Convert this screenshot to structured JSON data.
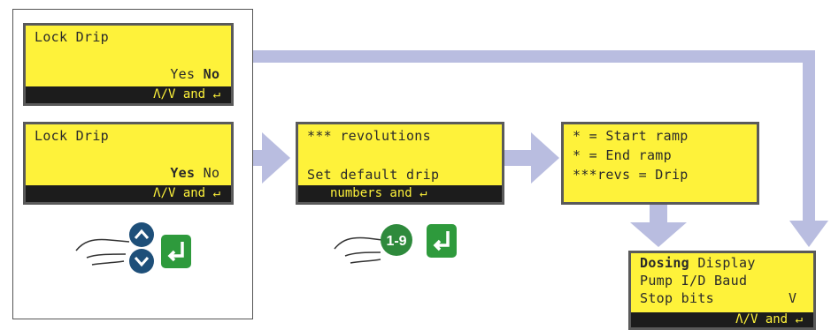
{
  "screens": {
    "lock_no": {
      "line1": "Lock Drip",
      "yes": "Yes",
      "no": "No",
      "bar_arrows": "Λ/V",
      "bar_and": "and"
    },
    "lock_yes": {
      "line1": "Lock Drip",
      "yes": "Yes",
      "no": "No",
      "bar_arrows": "Λ/V",
      "bar_and": "and"
    },
    "revolutions": {
      "line1": "*** revolutions",
      "line2": "Set default drip",
      "bar_text": "numbers and"
    },
    "ramp": {
      "line1": "* = Start ramp",
      "line2": "* = End ramp",
      "line3": "***revs = Drip"
    },
    "dosing": {
      "line1_bold": "Dosing",
      "line1_rest": "Display",
      "line2": "Pump I/D Baud",
      "line3": "Stop bits",
      "line3_right": "V",
      "bar_arrows": "Λ/V",
      "bar_and": "and"
    }
  },
  "buttons": {
    "numeric_label": "1-9"
  },
  "colors": {
    "lcd_bg": "#fef23a",
    "lcd_border": "#5a5a5a",
    "arrow": "#b9bde0",
    "up_down_btn": "#1e4f79",
    "enter_btn": "#2e9a3c",
    "numeric_btn": "#2e8a3c"
  }
}
